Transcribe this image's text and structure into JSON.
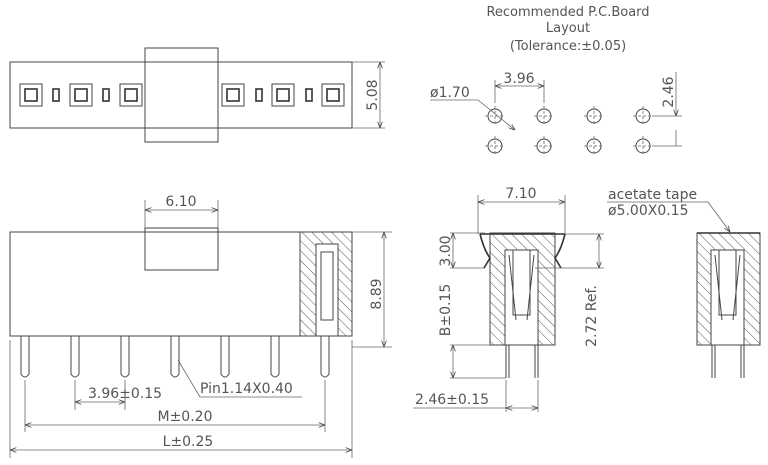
{
  "pcb_layout": {
    "title_line1": "Recommended  P.C.Board",
    "title_line2": "Layout",
    "title_line3": "(Tolerance:±0.05)",
    "hole_diameter": "ø1.70",
    "pitch": "3.96",
    "row_spacing": "2.46"
  },
  "top_view": {
    "height": "5.08"
  },
  "front_view": {
    "cap_width": "6.10",
    "height": "8.89",
    "pitch": "3.96±0.15",
    "pin": "Pin1.14X0.40",
    "dim_m": "M±0.20",
    "dim_l": "L±0.25"
  },
  "side_view": {
    "width": "7.10",
    "top_height": "3.00",
    "body_height": "B±0.15",
    "ref": "2.72 Ref.",
    "pin_spacing": "2.46±0.15",
    "tape_label": "acetate  tape",
    "tape_size": "ø5.00X0.15"
  },
  "colors": {
    "line": "#444444",
    "text": "#555555"
  }
}
